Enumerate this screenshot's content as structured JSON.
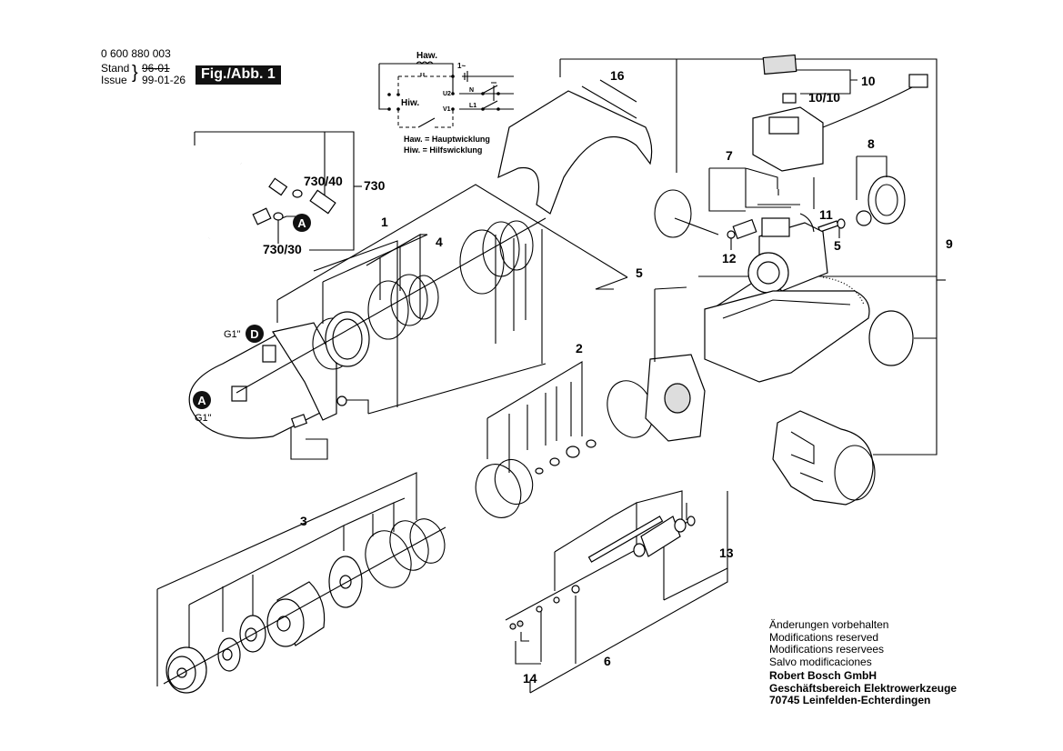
{
  "header": {
    "part_number": "0 600 880 003",
    "stand_label": "Stand",
    "stand_value_struck": "96-01",
    "issue_label": "Issue",
    "issue_value": "99-01-26",
    "figure_label": "Fig./Abb. 1"
  },
  "wiring": {
    "haw_label": "Haw.",
    "hiw_label": "Hiw.",
    "supply_label": "1~",
    "u2_label": "U2",
    "v1_label": "V1",
    "n_label": "N",
    "l1_label": "L1",
    "legend": [
      "Haw. = Hauptwicklung",
      "Hiw.  = Hilfswicklung"
    ]
  },
  "parts": {
    "p1": "1",
    "p2": "2",
    "p3": "3",
    "p4": "4",
    "p5a": "5",
    "p5b": "5",
    "p6": "6",
    "p7": "7",
    "p8": "8",
    "p9": "9",
    "p10": "10",
    "p10_10": "10/10",
    "p11": "11",
    "p12": "12",
    "p13": "13",
    "p14": "14",
    "p16": "16",
    "p730": "730",
    "p730_30": "730/30",
    "p730_40": "730/40"
  },
  "connectors": {
    "a_top": "A",
    "a_pump": "A",
    "d_pump": "D",
    "g1_d": "G1\"",
    "g1_a": "G1\""
  },
  "footer": {
    "notes": [
      "Änderungen vorbehalten",
      "Modifications reserved",
      "Modifications reservees",
      "Salvo modificaciones"
    ],
    "company": [
      "Robert Bosch GmbH",
      "Geschäftsbereich Elektrowerkzeuge",
      "70745 Leinfelden-Echterdingen"
    ]
  }
}
